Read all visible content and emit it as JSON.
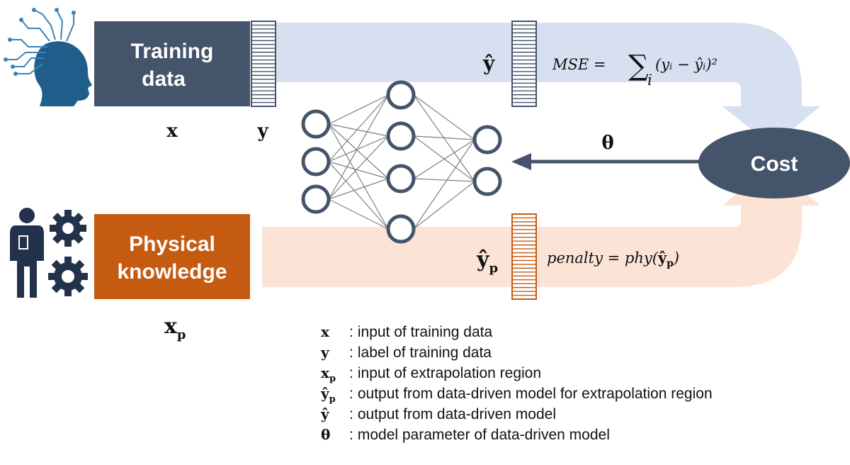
{
  "boxes": {
    "training": {
      "line1": "Training",
      "line2": "data",
      "color": "#44546A"
    },
    "physical": {
      "line1": "Physical",
      "line2": "knowledge",
      "color": "#C55A11"
    }
  },
  "cost": {
    "label": "Cost",
    "color": "#44546A"
  },
  "arrow": {
    "label": "θ"
  },
  "bands": {
    "top_color": "#D6E0F0",
    "bottom_color": "#FBE3D6"
  },
  "symbols": {
    "x": "x",
    "y": "y",
    "xp_base": "x",
    "xp_sub": "p",
    "yhat": "ŷ",
    "yhatp_base": "ŷ",
    "yhatp_sub": "p"
  },
  "equations": {
    "mse_lhs": "MSE =",
    "mse_sum": "∑",
    "mse_sub": "i",
    "mse_rhs": "(yᵢ − ŷᵢ)²",
    "penalty_lhs": "penalty = phy(",
    "penalty_arg": "ŷ",
    "penalty_sub": "p",
    "penalty_close": ")"
  },
  "legend": [
    {
      "sym": "x",
      "sub": "",
      "text": "input of training data"
    },
    {
      "sym": "y",
      "sub": "",
      "text": "label of training data"
    },
    {
      "sym": "x",
      "sub": "p",
      "text": "input of extrapolation region"
    },
    {
      "sym": "ŷ",
      "sub": "p",
      "text": "output from data-driven model for extrapolation region"
    },
    {
      "sym": "ŷ",
      "sub": "",
      "text": "output from data-driven model"
    },
    {
      "sym": "θ",
      "sub": "",
      "text": "model parameter of data-driven model"
    }
  ],
  "icons": [
    "brain-head-icon",
    "engineer-gears-icon"
  ]
}
